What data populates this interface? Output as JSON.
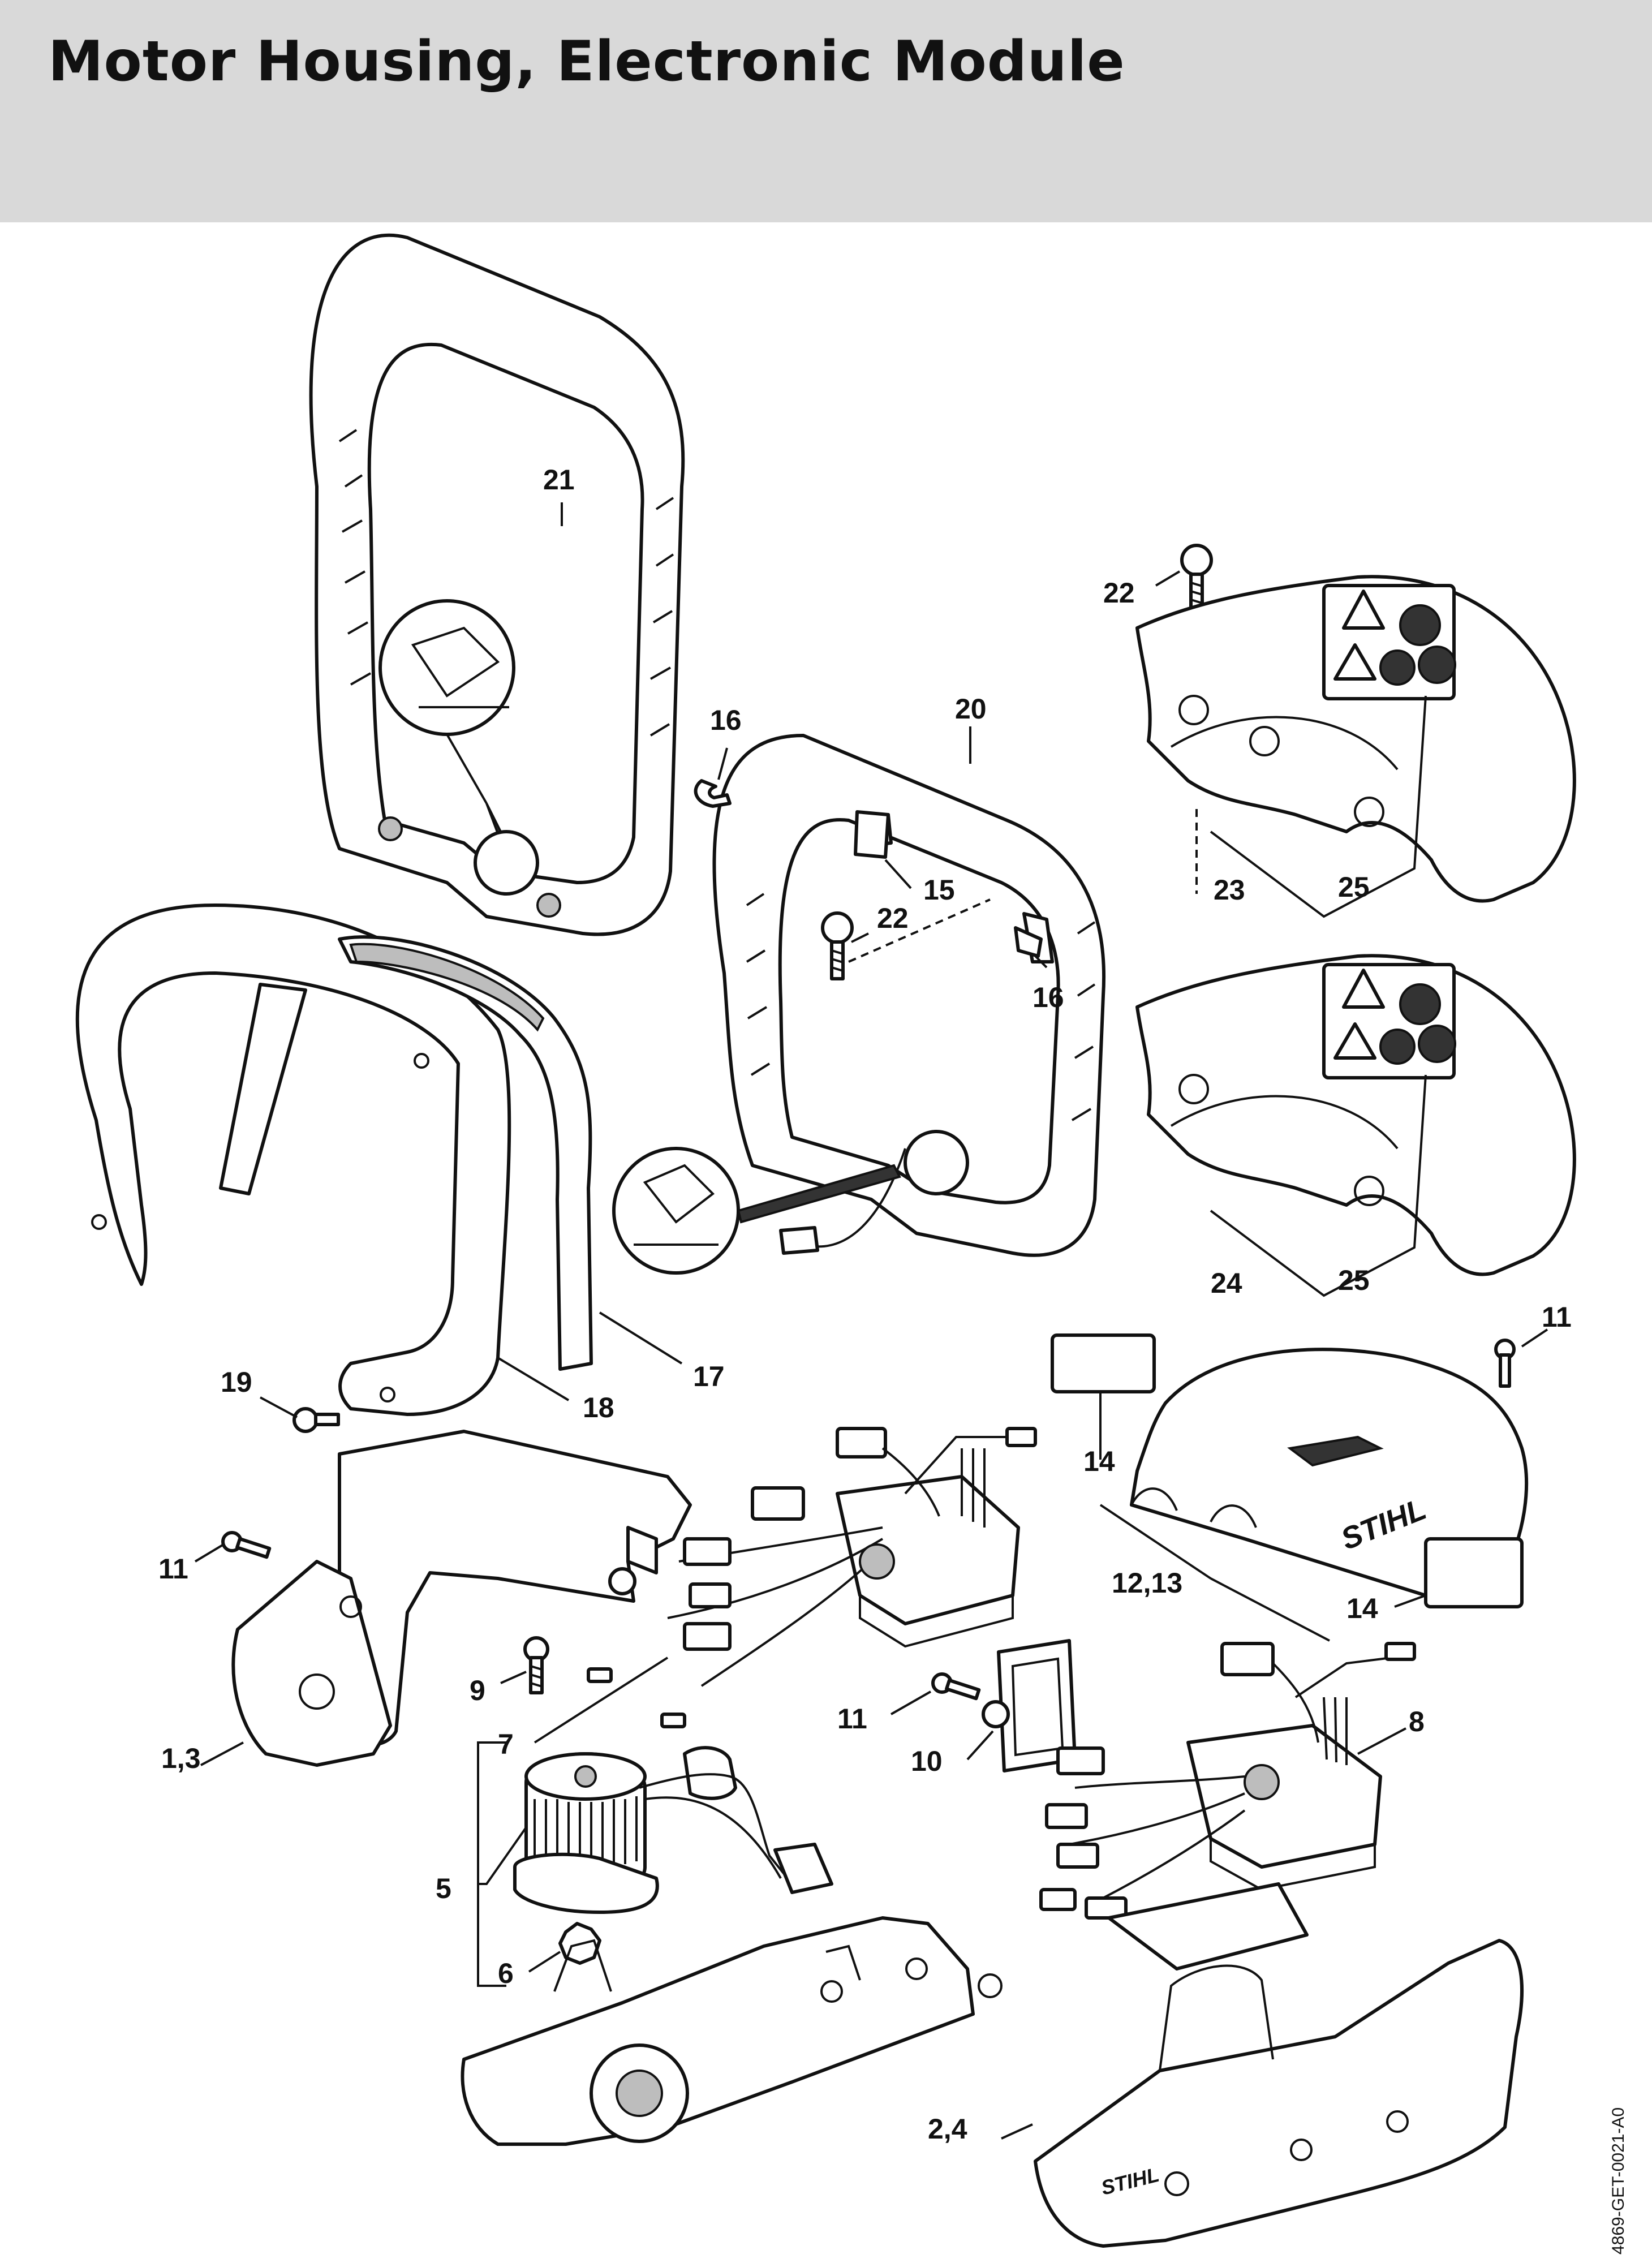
{
  "title": "Motor Housing, Electronic Module",
  "drawing_code": "4869-GET-0021-A0",
  "brand": "STIHL",
  "callouts": {
    "c1_3": "1,3",
    "c2_4": "2,4",
    "c5": "5",
    "c6": "6",
    "c7": "7",
    "c8": "8",
    "c9": "9",
    "c10": "10",
    "c11a": "11",
    "c11b": "11",
    "c11c": "11",
    "c12_13": "12,13",
    "c14a": "14",
    "c14b": "14",
    "c15": "15",
    "c16a": "16",
    "c16b": "16",
    "c17": "17",
    "c18": "18",
    "c19": "19",
    "c20": "20",
    "c21": "21",
    "c22a": "22",
    "c22b": "22",
    "c23": "23",
    "c24": "24",
    "c25a": "25",
    "c25b": "25"
  },
  "icons": [
    "warning-triangle-icon",
    "read-manual-icon",
    "eye-protection-icon",
    "ear-protection-icon",
    "rain-prohibited-icon"
  ]
}
